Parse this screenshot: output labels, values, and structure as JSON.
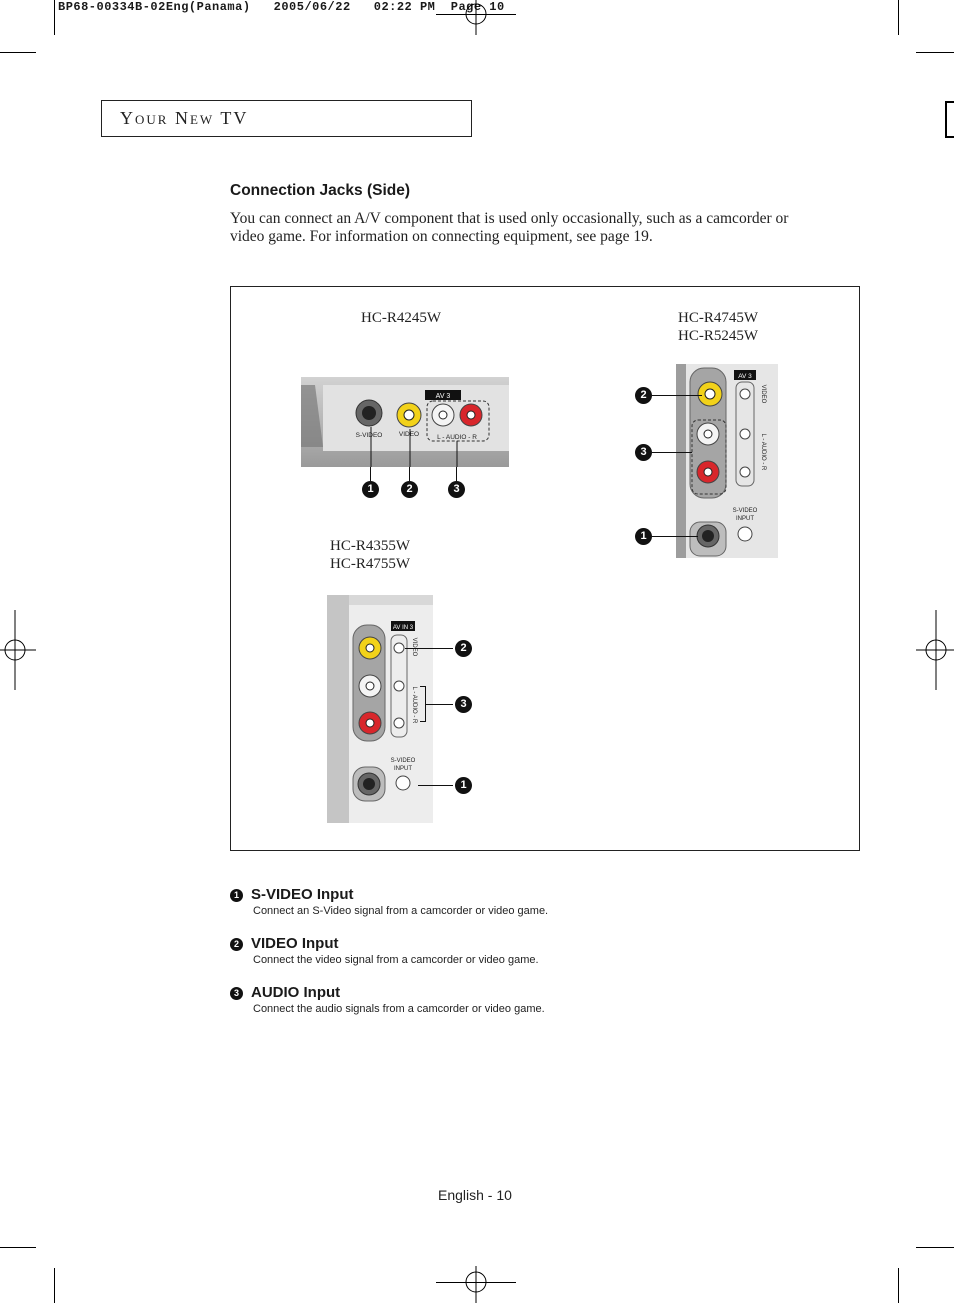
{
  "print_header": "BP68-00334B-02Eng(Panama)   2005/06/22   02:22 PM  Page 10",
  "section_title": "Your New TV",
  "heading": "Connection Jacks (Side)",
  "intro": "You can connect an A/V component that is used only occasionally, such as a camcorder or video game. For information on connecting equipment, see page 19.",
  "figure": {
    "model_a": "HC-R4245W",
    "model_b_1": "HC-R4745W",
    "model_b_2": "HC-R5245W",
    "model_c_1": "HC-R4355W",
    "model_c_2": "HC-R4755W",
    "panel_a": {
      "av_label": "AV 3",
      "svideo_label": "S-VIDEO",
      "video_label": "VIDEO",
      "audio_label": "L - AUDIO - R"
    },
    "panel_b": {
      "av_label": "AV 3",
      "video_label": "VIDEO",
      "audio_label": "L - AUDIO - R",
      "svideo_label_1": "S-VIDEO",
      "svideo_label_2": "INPUT"
    },
    "panel_c": {
      "av_label": "AV IN 3",
      "video_label": "VIDEO",
      "audio_label": "L - AUDIO - R",
      "svideo_label_1": "S-VIDEO",
      "svideo_label_2": "INPUT"
    },
    "callouts": {
      "one": "1",
      "two": "2",
      "three": "3"
    }
  },
  "items": [
    {
      "num": "1",
      "title": "S-VIDEO Input",
      "desc": "Connect an S-Video signal from a camcorder or video game."
    },
    {
      "num": "2",
      "title": "VIDEO Input",
      "desc": "Connect the video signal from a camcorder or video game."
    },
    {
      "num": "3",
      "title": "AUDIO Input",
      "desc": "Connect the audio signals from a camcorder or video game."
    }
  ],
  "footer": "English - 10",
  "colors": {
    "video_jack": "#f2d21a",
    "audio_r_jack": "#d8262b",
    "audio_l_jack": "#f4f4f4",
    "panel_grey": "#b8b8b8"
  }
}
